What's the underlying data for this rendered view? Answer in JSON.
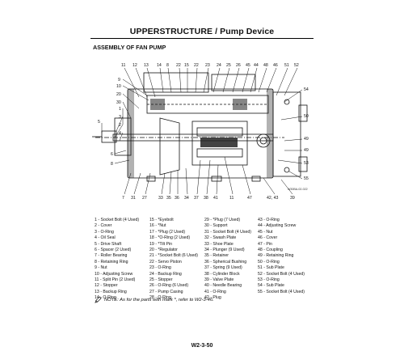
{
  "header": {
    "title": "UPPERSTRUCTURE / Pump Device"
  },
  "section": {
    "title": "ASSEMBLY OF FAN PUMP"
  },
  "figure": {
    "code": "W30BA-02-022",
    "top_callouts": [
      "11",
      "12",
      "13",
      "14",
      "8",
      "22",
      "15",
      "22",
      "23",
      "24",
      "25",
      "26",
      "45",
      "44",
      "48",
      "46",
      "51",
      "52"
    ],
    "left_callouts": [
      "9",
      "10",
      "20",
      "30",
      "1",
      "3",
      "2",
      "4",
      "6",
      "5",
      "8"
    ],
    "right_callouts": [
      "54",
      "50",
      "49",
      "49",
      "53",
      "55"
    ],
    "bottom_callouts": [
      "7",
      "31",
      "27",
      "33",
      "35",
      "36",
      "34",
      "37",
      "38",
      "41",
      "11",
      "47",
      "42, 43",
      "39"
    ]
  },
  "legend": {
    "col1": [
      "1 -  Socket Bolt (4 Used)",
      "2 -  Cover",
      "3 -  O-Ring",
      "4 -  Oil Seal",
      "5 -  Drive Shaft",
      "6 -  Spacer (2 Used)",
      "7 -  Roller Bearing",
      "8 -  Retaining Ring",
      "9 -  Nut",
      "10 - Adjusting Screw",
      "11 - Split Pin (2 Used)",
      "12 - Stopper",
      "13 - Backup Ring",
      "14 - O-Ring"
    ],
    "col2": [
      "15 - *Eyebolt",
      "16 - *Nut",
      "17 - *Plug (2 Used)",
      "18 - *O-Ring (2 Used)",
      "19 - *Tilt Pin",
      "20 - *Regulator",
      "21 - *Socket Bolt (6 Used)",
      "22 - Servo Piston",
      "23 - O-Ring",
      "24 - Backup Ring",
      "25 - Stopper",
      "26 - O-Ring (6 Used)",
      "27 - Pump Casing",
      "28 - O-Ring"
    ],
    "col3": [
      "29 - *Plug (7 Used)",
      "30 - Support",
      "31 - Socket Bolt (4 Used)",
      "32 - Swash Plate",
      "33 - Shoe Plate",
      "34 - Plunger (9 Used)",
      "35 - Retainer",
      "36 - Spherical Bushing",
      "37 - Spring (9 Used)",
      "38 - Cylinder Block",
      "39 - Valve Plate",
      "40 - Needle Bearing",
      "41 - O-Ring",
      "42 - Plug"
    ],
    "col4": [
      "43 - O-Ring",
      "44 - Adjusting Screw",
      "45 - Nut",
      "46 - Cover",
      "47 - Pin",
      "48 - Coupling",
      "49 - Retaining Ring",
      "50 - O-Ring",
      "51 - Sub Plate",
      "52 - Socket Bolt (4 Used)",
      "53 - O-Ring",
      "54 - Sub Plate",
      "55 - Socket Bolt (4 Used)"
    ]
  },
  "note": {
    "text": "NOTE:  As for the parts with mark *, refer to W2-3-46."
  },
  "footer": {
    "page_number": "W2-3-50"
  }
}
